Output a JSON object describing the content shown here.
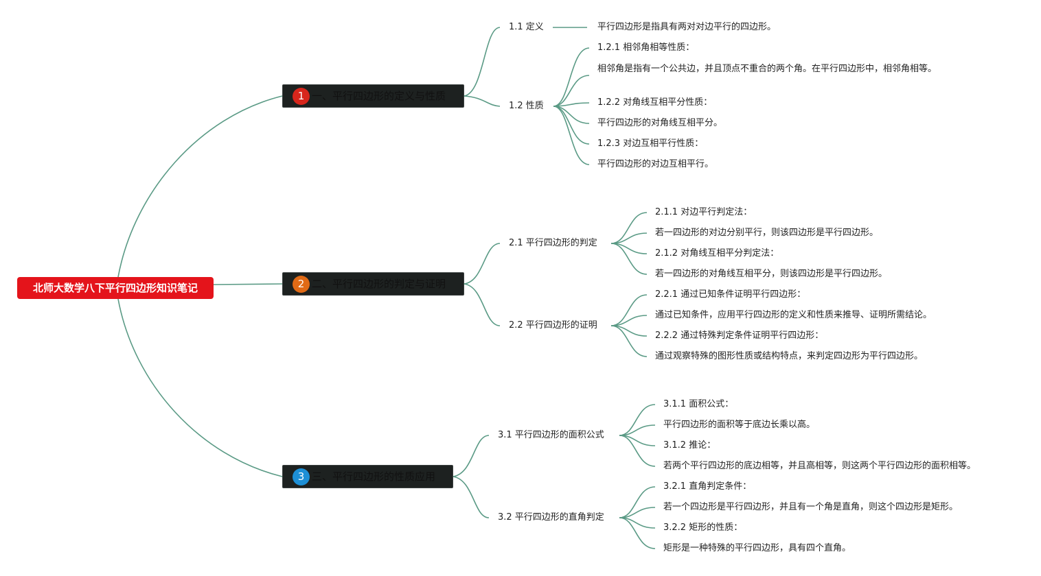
{
  "root": {
    "title": "北师大数学八下平行四边形知识笔记"
  },
  "colors": {
    "root": "#e4141b",
    "branch_bg": "#1d2120",
    "connector": "#5a9a85",
    "badge_1": "#d7261c",
    "badge_2": "#e06a16",
    "badge_3": "#1d8fd6"
  },
  "branches": [
    {
      "badge": "1",
      "label": "一、平行四边形的定义与性质",
      "topics": [
        {
          "label": "1.1 定义",
          "items": [
            "平行四边形是指具有两对对边平行的四边形。"
          ]
        },
        {
          "label": "1.2 性质",
          "items": [
            "1.2.1 相邻角相等性质：",
            "相邻角是指有一个公共边，并且顶点不重合的两个角。在平行四边形中，相邻角相等。",
            "1.2.2 对角线互相平分性质：",
            "平行四边形的对角线互相平分。",
            "1.2.3 对边互相平行性质：",
            "平行四边形的对边互相平行。"
          ]
        }
      ]
    },
    {
      "badge": "2",
      "label": "二、平行四边形的判定与证明",
      "topics": [
        {
          "label": "2.1 平行四边形的判定",
          "items": [
            "2.1.1 对边平行判定法：",
            "若一四边形的对边分别平行，则该四边形是平行四边形。",
            "2.1.2 对角线互相平分判定法：",
            "若一四边形的对角线互相平分，则该四边形是平行四边形。"
          ]
        },
        {
          "label": "2.2 平行四边形的证明",
          "items": [
            "2.2.1 通过已知条件证明平行四边形：",
            "通过已知条件，应用平行四边形的定义和性质来推导、证明所需结论。",
            "2.2.2 通过特殊判定条件证明平行四边形：",
            "通过观察特殊的图形性质或结构特点，来判定四边形为平行四边形。"
          ]
        }
      ]
    },
    {
      "badge": "3",
      "label": "三、平行四边形的性质应用",
      "topics": [
        {
          "label": "3.1 平行四边形的面积公式",
          "items": [
            "3.1.1 面积公式：",
            "平行四边形的面积等于底边长乘以高。",
            "3.1.2 推论：",
            "若两个平行四边形的底边相等，并且高相等，则这两个平行四边形的面积相等。"
          ]
        },
        {
          "label": "3.2 平行四边形的直角判定",
          "items": [
            "3.2.1 直角判定条件：",
            "若一个四边形是平行四边形，并且有一个角是直角，则这个四边形是矩形。",
            "3.2.2 矩形的性质：",
            "矩形是一种特殊的平行四边形，具有四个直角。"
          ]
        }
      ]
    }
  ]
}
